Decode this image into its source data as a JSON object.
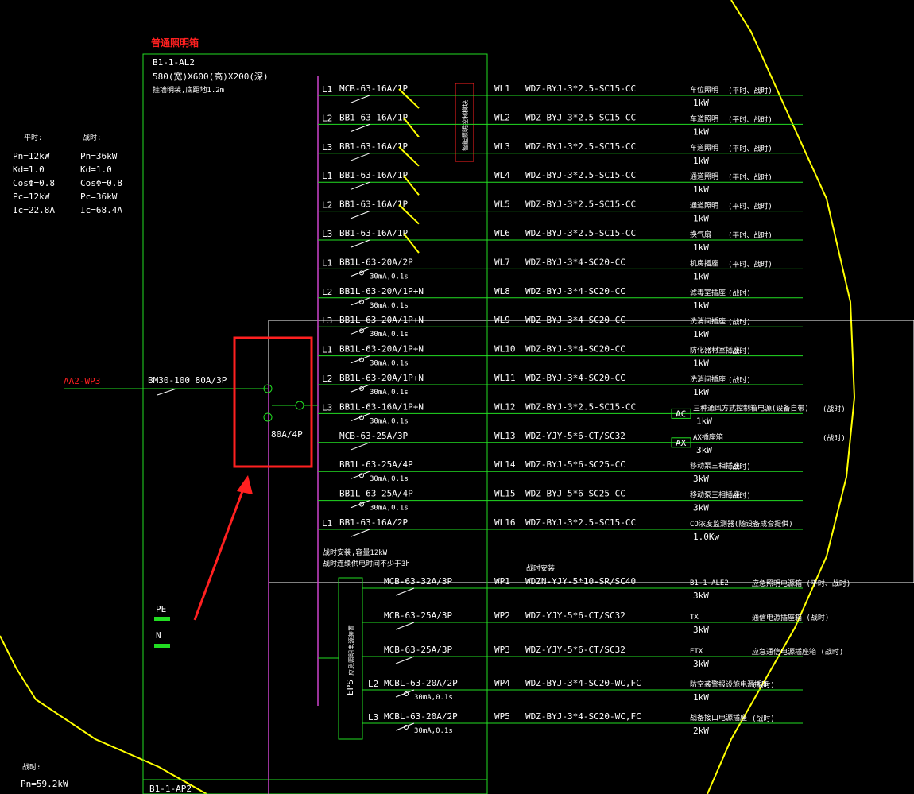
{
  "panel": {
    "title": "普通照明箱",
    "code": "B1-1-AL2",
    "size": "580(宽)X600(高)X200(深)",
    "mount": "挂墙明装,底距地1.2m",
    "bottom_code": "B1-1-AP2"
  },
  "left_params": {
    "normal_label": "平时:",
    "fire_label": "战时:",
    "normal": [
      "Pn=12kW",
      "Kd=1.0",
      "CosΦ=0.8",
      "Pc=12kW",
      "Ic=22.8A"
    ],
    "fire": [
      "Pn=36kW",
      "Kd=1.0",
      "CosΦ=0.8",
      "Pc=36kW",
      "Ic=68.4A"
    ],
    "bottom_label": "战时:",
    "bottom_value": "Pn=59.2kW"
  },
  "incoming": {
    "source": "AA2-WP3",
    "breaker": "BM30-100 80A/3P",
    "ats": "80A/4P"
  },
  "terminals": {
    "pe": "PE",
    "n": "N"
  },
  "controller_label": "智能照明控制模块",
  "eps": {
    "label": "EPS",
    "sub": "应急照明电源装置",
    "note1": "战时安装,容量12kW",
    "note2": "战时连续供电时间不少于3h",
    "note3": "战时安装"
  },
  "circuits": [
    {
      "phase": "L1",
      "breaker": "MCB-63-16A/1P",
      "rcd": "",
      "id": "WL1",
      "cable": "WDZ-BYJ-3*2.5-SC15-CC",
      "load": "车位照明",
      "power": "1kW",
      "mode": "(平时、战时)"
    },
    {
      "phase": "L2",
      "breaker": "BB1-63-16A/1P",
      "rcd": "",
      "id": "WL2",
      "cable": "WDZ-BYJ-3*2.5-SC15-CC",
      "load": "车道照明",
      "power": "1kW",
      "mode": "(平时、战时)"
    },
    {
      "phase": "L3",
      "breaker": "BB1-63-16A/1P",
      "rcd": "",
      "id": "WL3",
      "cable": "WDZ-BYJ-3*2.5-SC15-CC",
      "load": "车道照明",
      "power": "1kW",
      "mode": "(平时、战时)"
    },
    {
      "phase": "L1",
      "breaker": "BB1-63-16A/1P",
      "rcd": "",
      "id": "WL4",
      "cable": "WDZ-BYJ-3*2.5-SC15-CC",
      "load": "通道照明",
      "power": "1kW",
      "mode": "(平时、战时)"
    },
    {
      "phase": "L2",
      "breaker": "BB1-63-16A/1P",
      "rcd": "",
      "id": "WL5",
      "cable": "WDZ-BYJ-3*2.5-SC15-CC",
      "load": "通道照明",
      "power": "1kW",
      "mode": "(平时、战时)"
    },
    {
      "phase": "L3",
      "breaker": "BB1-63-16A/1P",
      "rcd": "",
      "id": "WL6",
      "cable": "WDZ-BYJ-3*2.5-SC15-CC",
      "load": "换气扇",
      "power": "1kW",
      "mode": "(平时、战时)"
    },
    {
      "phase": "L1",
      "breaker": "BB1L-63-20A/2P",
      "rcd": "30mA,0.1s",
      "id": "WL7",
      "cable": "WDZ-BYJ-3*4-SC20-CC",
      "load": "机房插座",
      "power": "1kW",
      "mode": "(平时、战时)"
    },
    {
      "phase": "L2",
      "breaker": "BB1L-63-20A/1P+N",
      "rcd": "30mA,0.1s",
      "id": "WL8",
      "cable": "WDZ-BYJ-3*4-SC20-CC",
      "load": "滤毒室插座",
      "power": "1kW",
      "mode": "(战时)"
    },
    {
      "phase": "L3",
      "breaker": "BB1L-63-20A/1P+N",
      "rcd": "30mA,0.1s",
      "id": "WL9",
      "cable": "WDZ-BYJ-3*4-SC20-CC",
      "load": "洗消间插座",
      "power": "1kW",
      "mode": "(战时)"
    },
    {
      "phase": "L1",
      "breaker": "BB1L-63-20A/1P+N",
      "rcd": "30mA,0.1s",
      "id": "WL10",
      "cable": "WDZ-BYJ-3*4-SC20-CC",
      "load": "防化器材室插座",
      "power": "1kW",
      "mode": "(战时)"
    },
    {
      "phase": "L2",
      "breaker": "BB1L-63-20A/1P+N",
      "rcd": "30mA,0.1s",
      "id": "WL11",
      "cable": "WDZ-BYJ-3*4-SC20-CC",
      "load": "洗消间插座",
      "power": "1kW",
      "mode": "(战时)"
    },
    {
      "phase": "L3",
      "breaker": "BB1L-63-16A/1P+N",
      "rcd": "30mA,0.1s",
      "id": "WL12",
      "cable": "WDZ-BYJ-3*2.5-SC15-CC",
      "load": "三种通风方式控制箱电源(设备自带)",
      "power": "1kW",
      "mode": "(战时)",
      "tag": "AC"
    },
    {
      "phase": "",
      "breaker": "MCB-63-25A/3P",
      "rcd": "",
      "id": "WL13",
      "cable": "WDZ-YJY-5*6-CT/SC32",
      "load": "AX插座箱",
      "power": "3kW",
      "mode": "(战时)",
      "tag": "AX"
    },
    {
      "phase": "",
      "breaker": "BB1L-63-25A/4P",
      "rcd": "30mA,0.1s",
      "id": "WL14",
      "cable": "WDZ-BYJ-5*6-SC25-CC",
      "load": "移动泵三相插座",
      "power": "3kW",
      "mode": "(战时)"
    },
    {
      "phase": "",
      "breaker": "BB1L-63-25A/4P",
      "rcd": "30mA,0.1s",
      "id": "WL15",
      "cable": "WDZ-BYJ-5*6-SC25-CC",
      "load": "移动泵三相插座",
      "power": "3kW",
      "mode": "(战时)"
    },
    {
      "phase": "L1",
      "breaker": "BB1-63-16A/2P",
      "rcd": "",
      "id": "WL16",
      "cable": "WDZ-BYJ-3*2.5-SC15-CC",
      "load": "CO浓度监测器(随设备成套提供)",
      "power": "1.0Kw",
      "mode": ""
    }
  ],
  "eps_circuits": [
    {
      "phase": "",
      "breaker": "MCB-63-32A/3P",
      "rcd": "",
      "id": "WP1",
      "cable": "WDZN-YJY-5*10-SR/SC40",
      "load": "B1-1-ALE2",
      "power": "3kW",
      "mode": "应急照明电源箱 (平时、战时)"
    },
    {
      "phase": "",
      "breaker": "MCB-63-25A/3P",
      "rcd": "",
      "id": "WP2",
      "cable": "WDZ-YJY-5*6-CT/SC32",
      "load": "TX",
      "power": "3kW",
      "mode": "通信电源插座箱 (战时)"
    },
    {
      "phase": "",
      "breaker": "MCB-63-25A/3P",
      "rcd": "",
      "id": "WP3",
      "cable": "WDZ-YJY-5*6-CT/SC32",
      "load": "ETX",
      "power": "3kW",
      "mode": "应急通信电源插座箱 (战时)"
    },
    {
      "phase": "L2",
      "breaker": "MCBL-63-20A/2P",
      "rcd": "30mA,0.1s",
      "id": "WP4",
      "cable": "WDZ-BYJ-3*4-SC20-WC,FC",
      "load": "防空袭警报设施电源插座",
      "power": "1kW",
      "mode": "(战时)"
    },
    {
      "phase": "L3",
      "breaker": "MCBL-63-20A/2P",
      "rcd": "30mA,0.1s",
      "id": "WP5",
      "cable": "WDZ-BYJ-3*4-SC20-WC,FC",
      "load": "战备接口电源插座",
      "power": "2kW",
      "mode": "(战时)"
    }
  ],
  "colors": {
    "green": "#22dd22",
    "magenta": "#cc44cc",
    "yellow": "#ffff00",
    "red": "#ff2020",
    "white": "#ffffff"
  }
}
